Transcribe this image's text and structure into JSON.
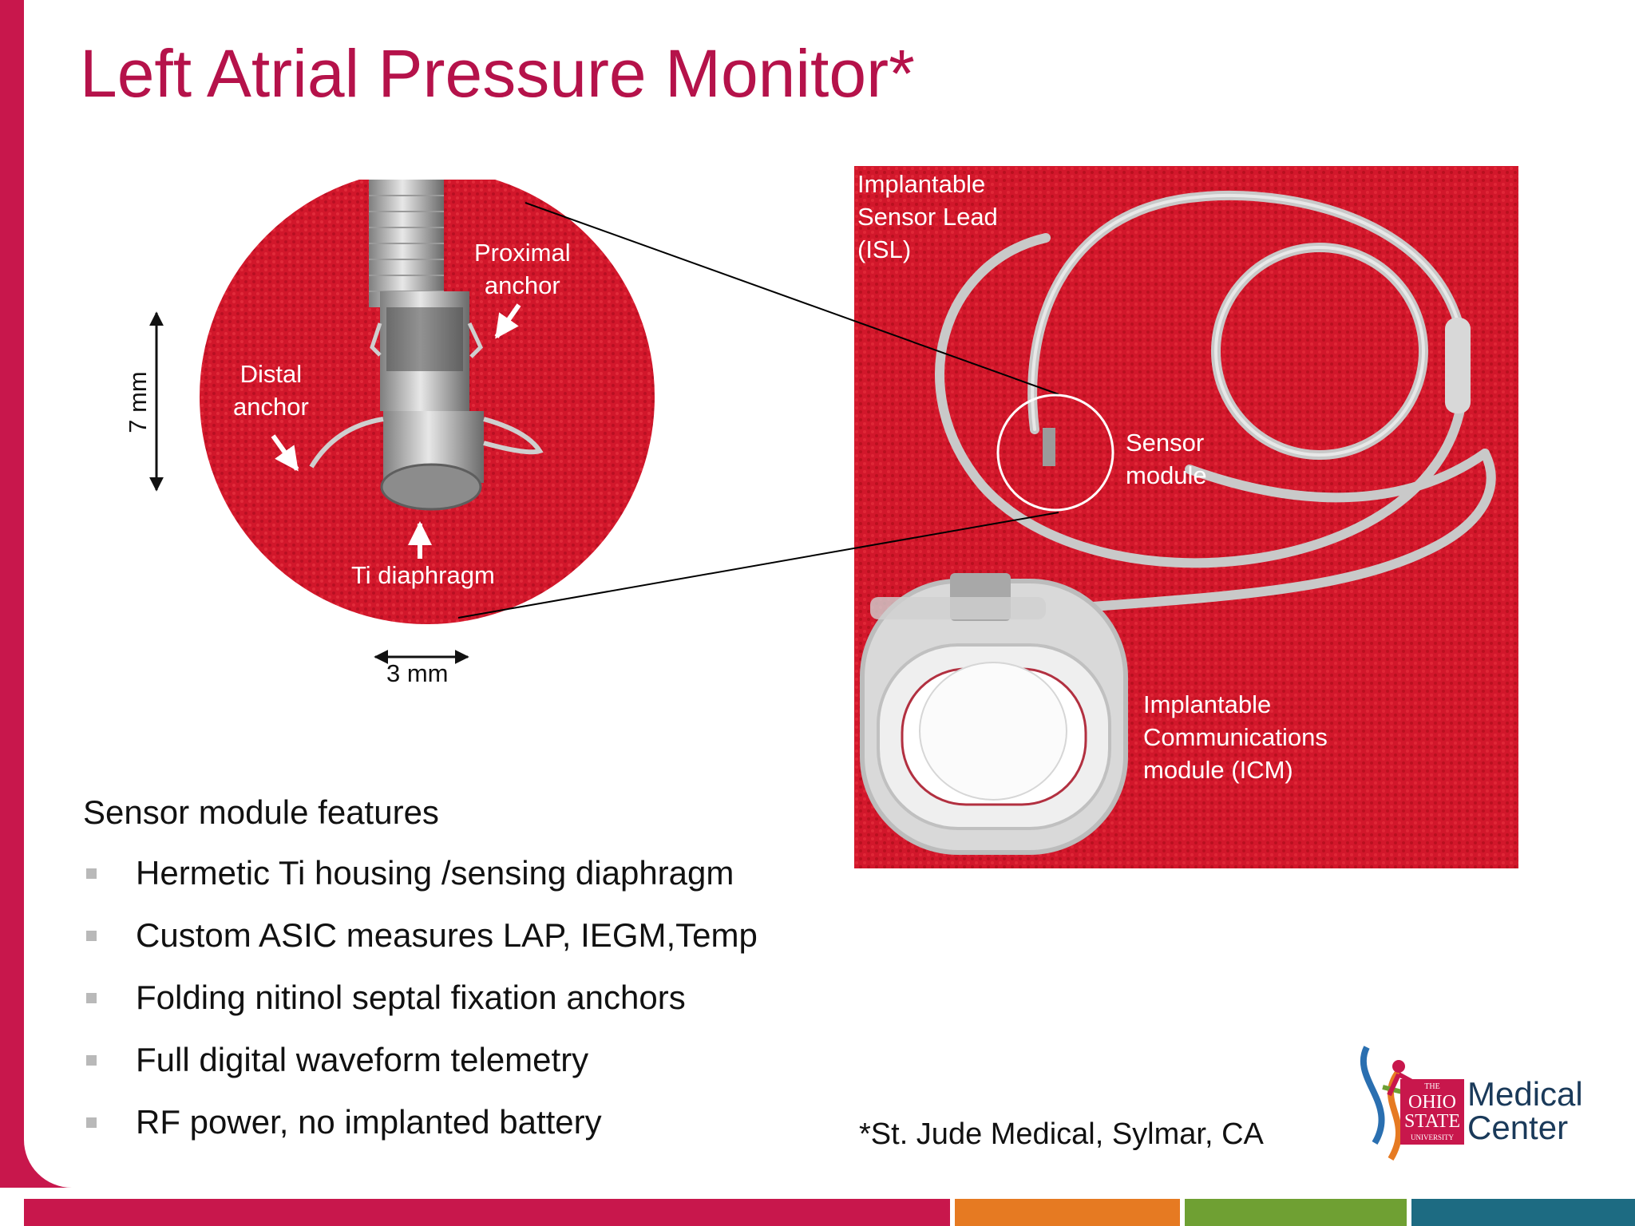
{
  "slide": {
    "title": "Left Atrial Pressure Monitor*"
  },
  "zoom_photo": {
    "labels": {
      "proximal_anchor": "Proximal\nanchor",
      "distal_anchor": "Distal\nanchor",
      "ti_diaphragm": "Ti diaphragm"
    },
    "dimensions": {
      "height": "7 mm",
      "width": "3 mm"
    }
  },
  "device_photo": {
    "labels": {
      "isl": "Implantable\nSensor Lead\n(ISL)",
      "sensor_module": "Sensor\nmodule",
      "icm": "Implantable\nCommunications\nmodule (ICM)"
    }
  },
  "features": {
    "heading": "Sensor module features",
    "items": [
      "Hermetic Ti housing /sensing diaphragm",
      "Custom ASIC measures LAP, IEGM,Temp",
      "Folding nitinol septal fixation anchors",
      "Full digital waveform telemetry",
      "RF power, no implanted battery"
    ]
  },
  "footnote": "*St. Jude Medical, Sylmar, CA",
  "logo": {
    "tagline_letters": "THE",
    "ohio": "OHIO",
    "state": "STATE",
    "university": "UNIVERSITY",
    "text_line1": "Medical",
    "text_line2": "Center"
  },
  "colors": {
    "brand_red": "#c8174c",
    "title_red": "#b5124a",
    "photo_red": "#d2172b",
    "bar_orange": "#e67a22",
    "bar_green": "#6fa033",
    "bar_blue": "#1d6b82"
  }
}
